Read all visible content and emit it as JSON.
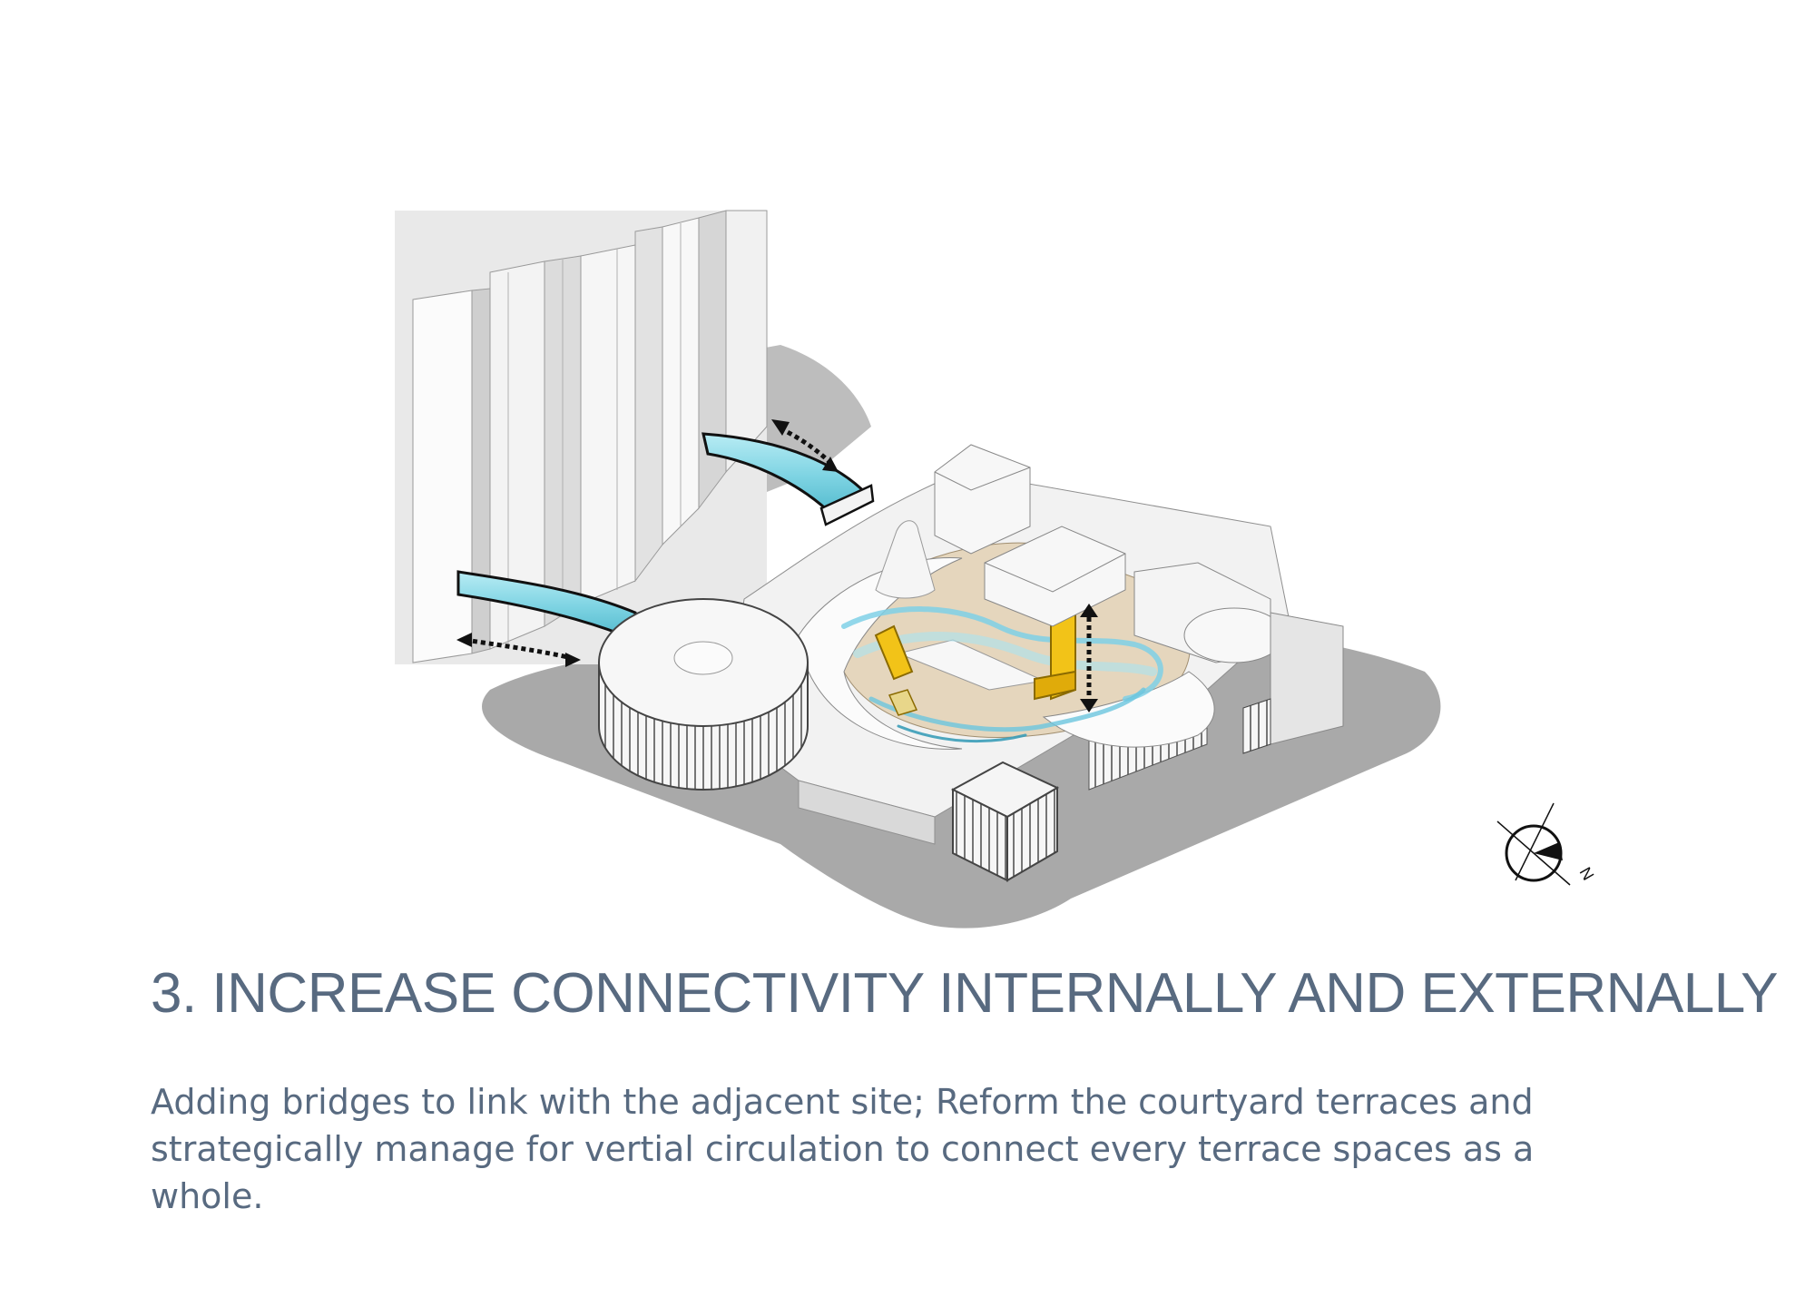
{
  "caption": {
    "title": "3. INCREASE CONNECTIVITY INTERNALLY AND EXTERNALLY",
    "description": "Adding bridges to link with the adjacent  site; Reform the courtyard terraces and strategically manage for vertial circulation to connect every terrace spaces as a whole."
  },
  "compass": {
    "label": "N"
  },
  "colors": {
    "text": "#586a80",
    "bridge": "#7fd4e3",
    "circulation": "#f2c318",
    "ground": "#a9a9a9",
    "courtyard": "#e5d6bd"
  }
}
